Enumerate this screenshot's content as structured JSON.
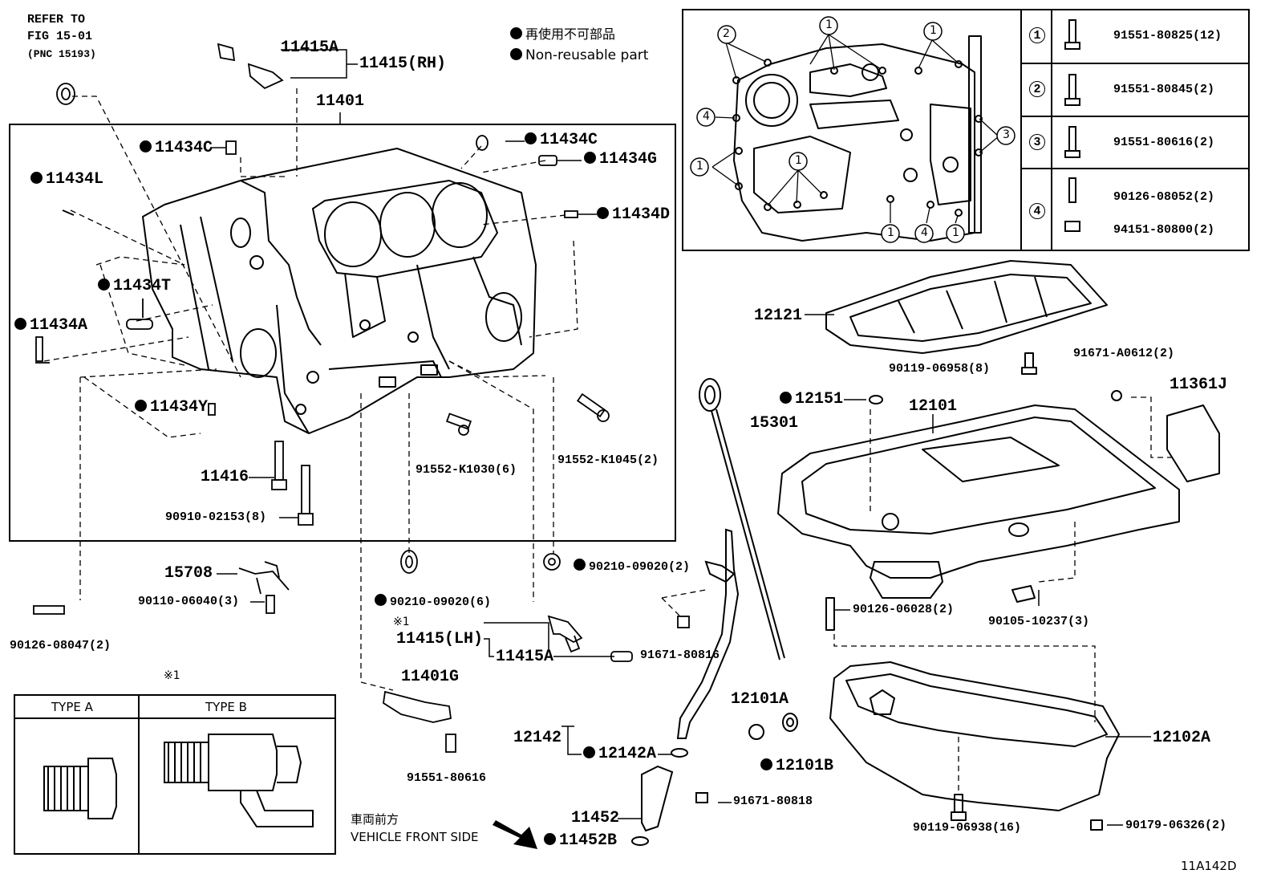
{
  "refer": {
    "line1": "REFER TO",
    "line2": "FIG 15-01",
    "line3": "(PNC 15193)"
  },
  "legend": {
    "jp": "再使用不可部品",
    "en": "Non-reusable part"
  },
  "figure_id": "11A142D",
  "front": {
    "jp": "車両前方",
    "en": "VEHICLE FRONT SIDE"
  },
  "type_box": {
    "mark": "※1",
    "type_a": "TYPE A",
    "type_b": "TYPE B"
  },
  "bolt_table": [
    {
      "no": "1",
      "parts": [
        "91551-80825(12)"
      ]
    },
    {
      "no": "2",
      "parts": [
        "91551-80845(2)"
      ]
    },
    {
      "no": "3",
      "parts": [
        "91551-80616(2)"
      ]
    },
    {
      "no": "4",
      "parts": [
        "90126-08052(2)",
        "94151-80800(2)"
      ]
    }
  ],
  "inset_circles": [
    "1",
    "1",
    "2",
    "4",
    "1",
    "1",
    "3",
    "1",
    "4",
    "1"
  ],
  "labels": {
    "p11415A_rh": "11415A",
    "p11415_rh": "11415(RH)",
    "p11401": "11401",
    "p11434C_l": "11434C",
    "p11434C_r": "11434C",
    "p11434G": "11434G",
    "p11434L": "11434L",
    "p11434D": "11434D",
    "p11434T": "11434T",
    "p11434A": "11434A",
    "p11434Y": "11434Y",
    "p11416": "11416",
    "p90910": "90910-02153(8)",
    "p91552_1030": "91552-K1030(6)",
    "p91552_1045": "91552-K1045(2)",
    "p15708": "15708",
    "p90110": "90110-06040(3)",
    "p90126_08047": "90126-08047(2)",
    "p90210_l": "90210-09020(6)",
    "p90210_r": "90210-09020(2)",
    "mark1": "※1",
    "p11415_lh": "11415(LH)",
    "p11415A_lh": "11415A",
    "p91671_80816": "91671-80816",
    "p11401G": "11401G",
    "p91551_80616": "91551-80616",
    "p12142": "12142",
    "p12142A": "12142A",
    "p11452": "11452",
    "p11452B": "11452B",
    "p91671_80818": "91671-80818",
    "p12121": "12121",
    "p90119_06958": "90119-06958(8)",
    "p91671_A0612": "91671-A0612(2)",
    "p11361J": "11361J",
    "p12151": "12151",
    "p15301": "15301",
    "p12101": "12101",
    "p90126_06028": "90126-06028(2)",
    "p90105": "90105-10237(3)",
    "p12101A": "12101A",
    "p12101B": "12101B",
    "p12102A": "12102A",
    "p90119_06938": "90119-06938(16)",
    "p90179": "90179-06326(2)"
  },
  "colors": {
    "ink": "#000000",
    "paper": "#ffffff"
  }
}
